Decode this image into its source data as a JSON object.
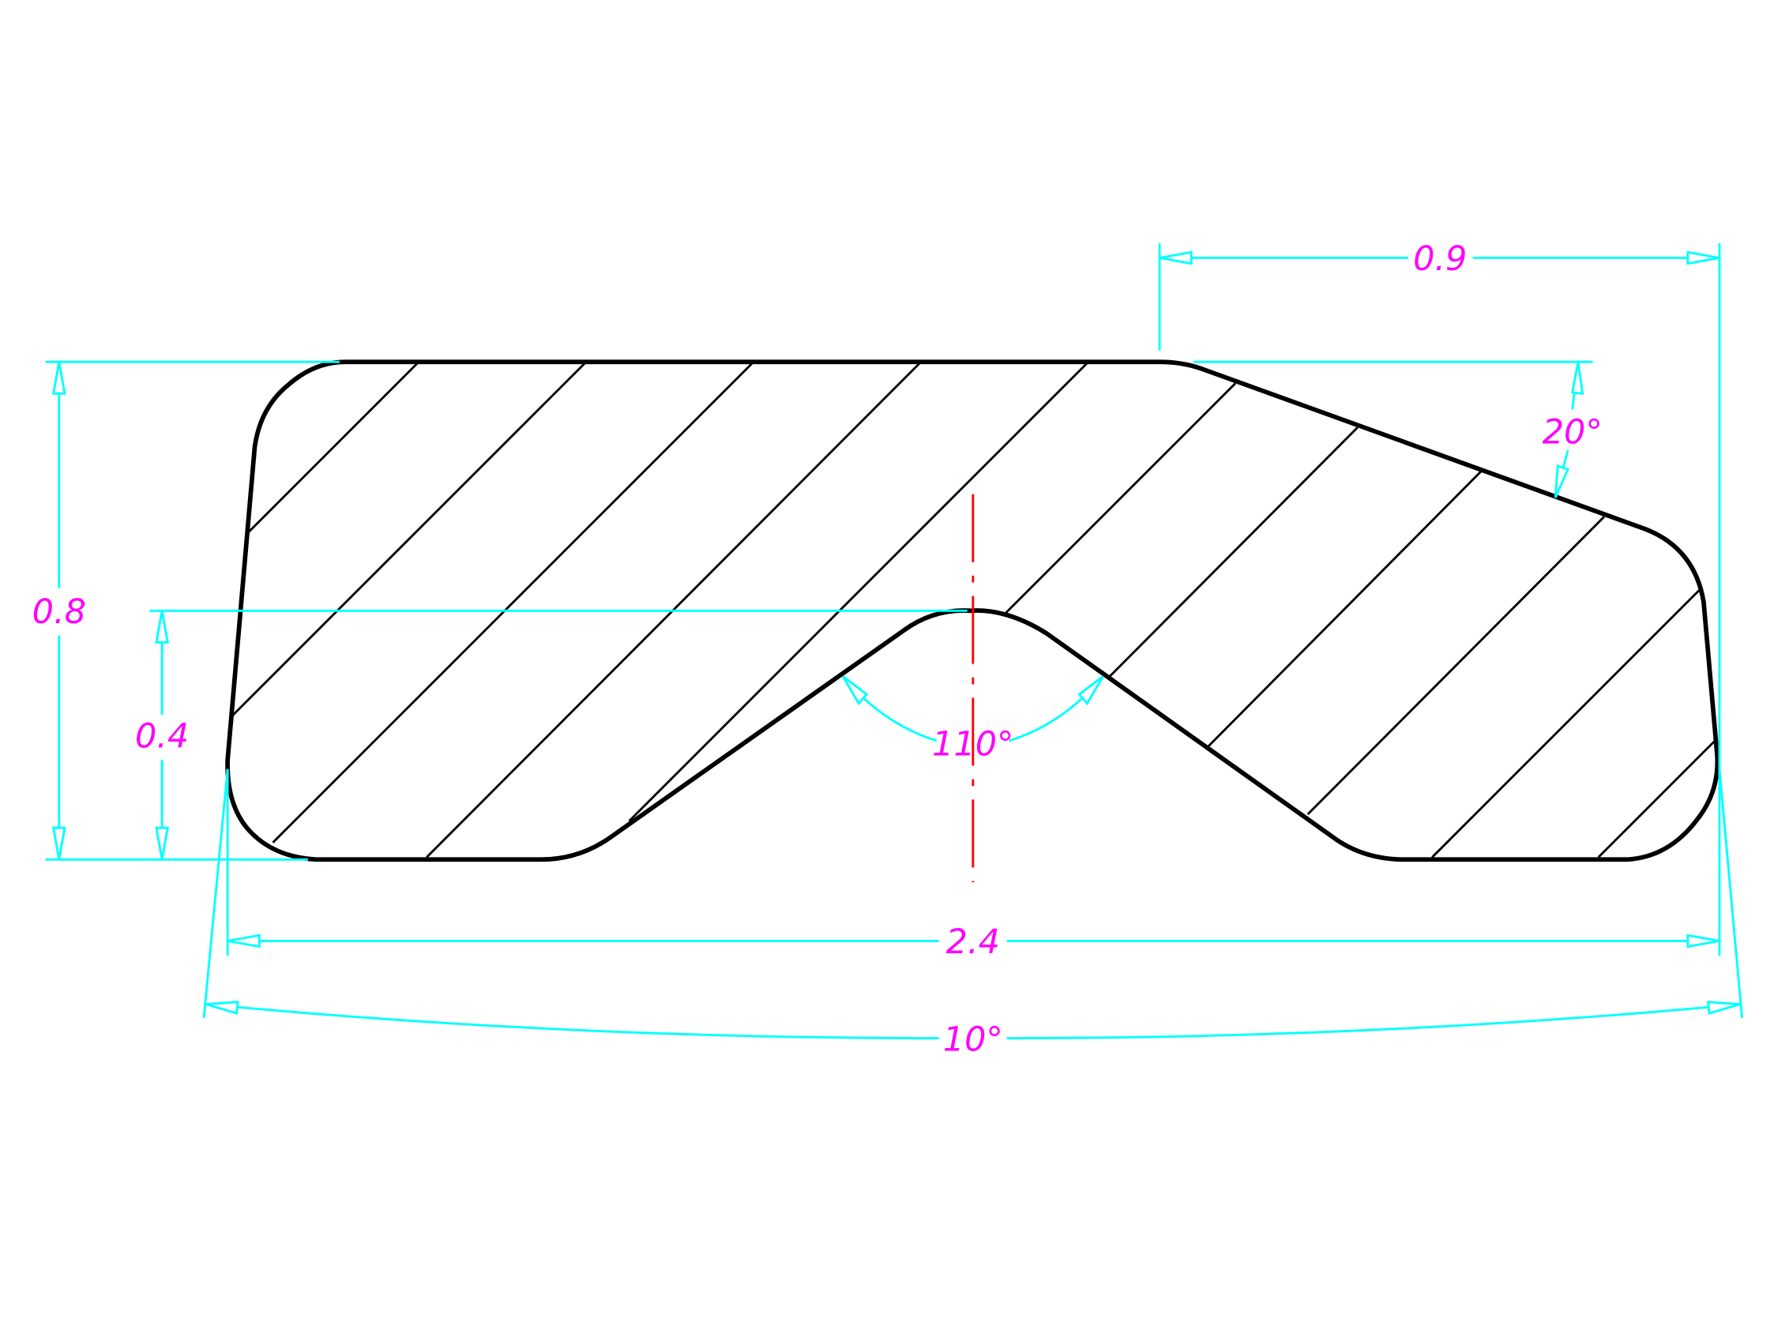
{
  "dimensions": {
    "top_width": "0.9",
    "chamfer_angle": "20°",
    "total_height": "0.8",
    "notch_height": "0.4",
    "notch_angle": "110°",
    "total_width": "2.4",
    "side_taper_angle": "10°"
  },
  "colors": {
    "dimension": "#00ffff",
    "text": "#ff00ff",
    "object": "#000000",
    "centerline": "#ff0000"
  }
}
